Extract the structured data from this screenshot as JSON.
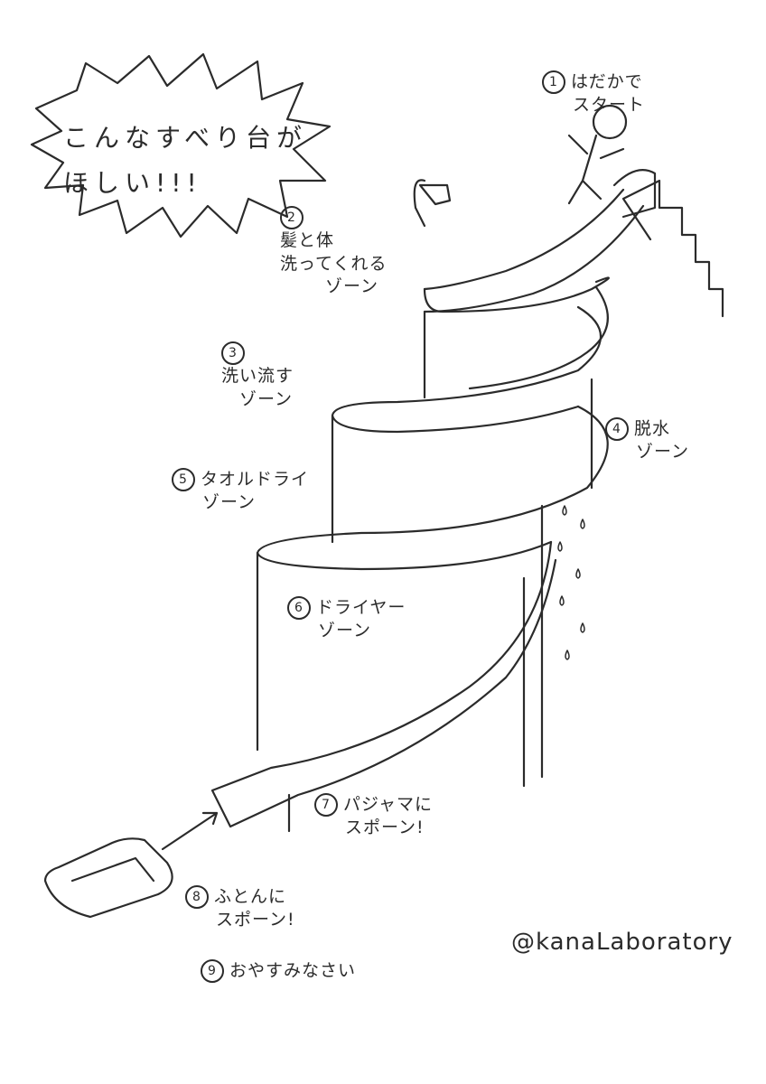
{
  "title": {
    "line1": "こんなすべり台が",
    "line2": "ほしい!!!"
  },
  "steps": [
    {
      "num": "1",
      "line1": "はだかで",
      "line2": "スタート"
    },
    {
      "num": "2",
      "line1": "髪と体",
      "line2": "洗ってくれる",
      "line3": "ゾーン"
    },
    {
      "num": "3",
      "line1": "洗い流す",
      "line2": "ゾーン"
    },
    {
      "num": "4",
      "line1": "脱水",
      "line2": "ゾーン"
    },
    {
      "num": "5",
      "line1": "タオルドライ",
      "line2": "ゾーン"
    },
    {
      "num": "6",
      "line1": "ドライヤー",
      "line2": "ゾーン"
    },
    {
      "num": "7",
      "line1": "パジャマに",
      "line2": "スポーン!"
    },
    {
      "num": "8",
      "line1": "ふとんに",
      "line2": "スポーン!"
    },
    {
      "num": "9",
      "line1": "おやすみなさい"
    }
  ],
  "signature": "@kanaLaboratory",
  "colors": {
    "ink": "#2b2b2b",
    "paper": "#ffffff"
  }
}
